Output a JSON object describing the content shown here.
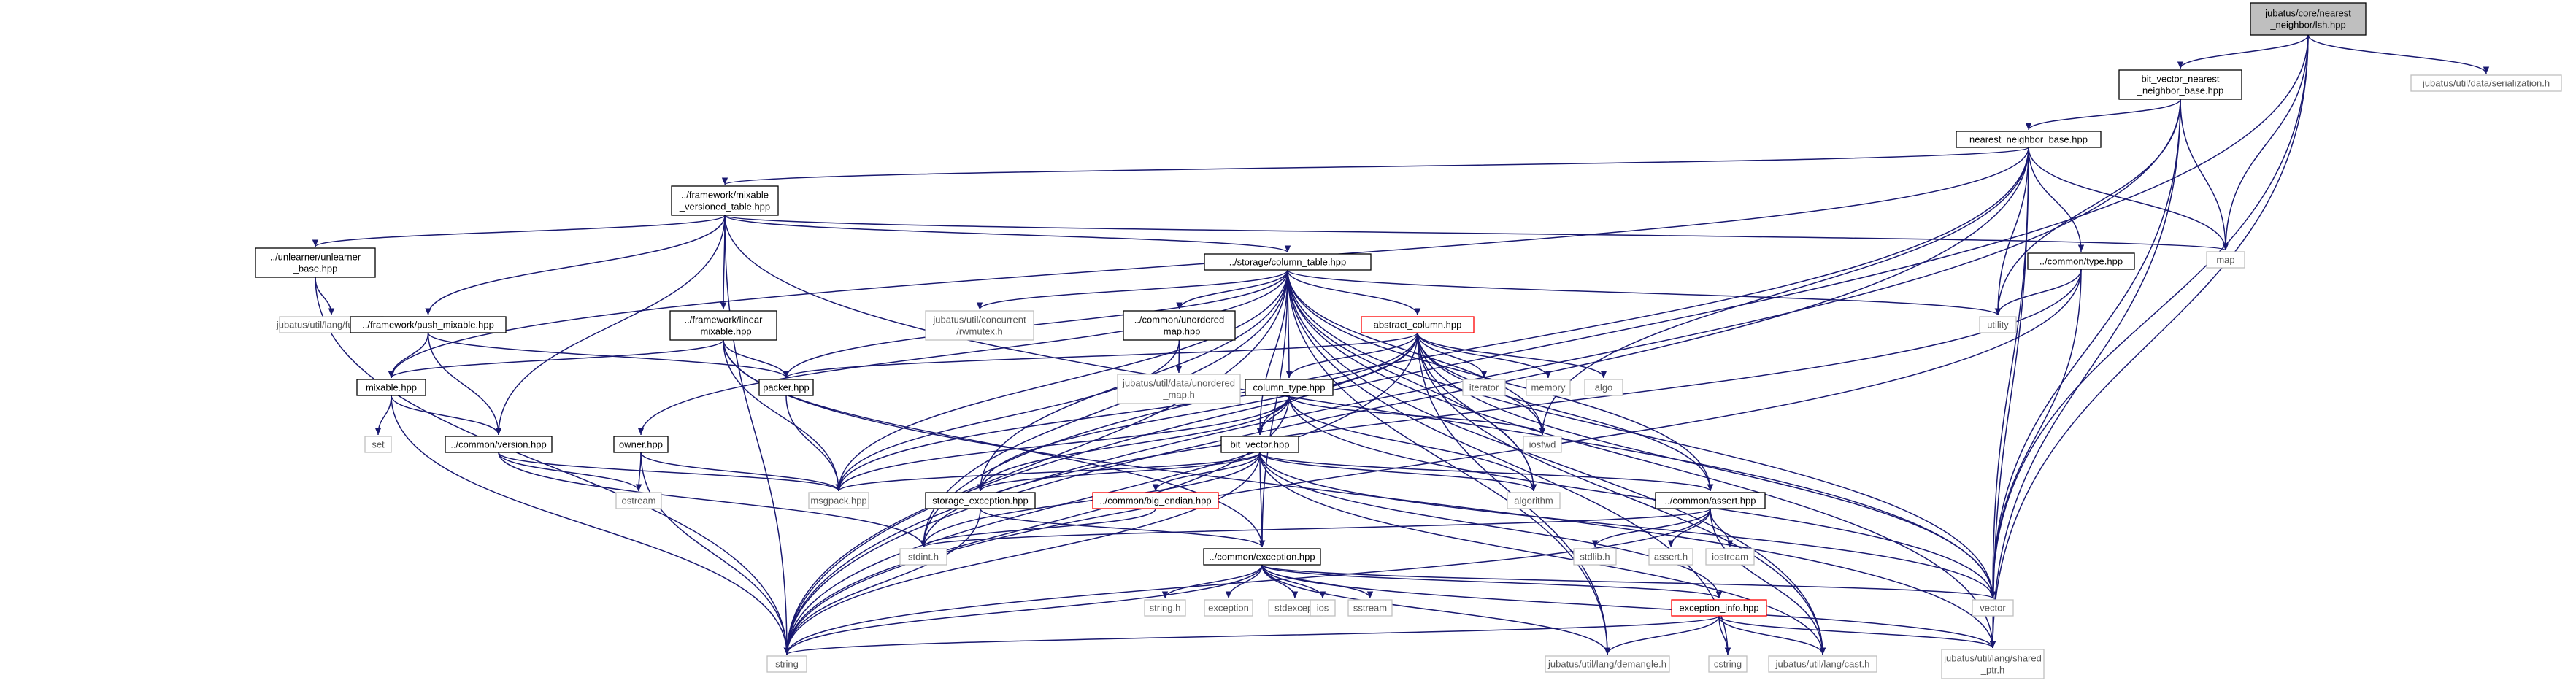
{
  "diagram": {
    "nodes": [
      {
        "id": "lsh",
        "lines": [
          "jubatus/core/nearest",
          "_neighbor/lsh.hpp"
        ],
        "style": "root"
      },
      {
        "id": "bvnnb",
        "lines": [
          "bit_vector_nearest",
          "_neighbor_base.hpp"
        ],
        "style": "normal"
      },
      {
        "id": "serial",
        "lines": [
          "jubatus/util/data/serialization.h"
        ],
        "style": "gray"
      },
      {
        "id": "nnb",
        "lines": [
          "nearest_neighbor_base.hpp"
        ],
        "style": "normal"
      },
      {
        "id": "mvt",
        "lines": [
          "../framework/mixable",
          "_versioned_table.hpp"
        ],
        "style": "normal"
      },
      {
        "id": "map",
        "lines": [
          "map"
        ],
        "style": "gray"
      },
      {
        "id": "unlearner",
        "lines": [
          "../unlearner/unlearner",
          "_base.hpp"
        ],
        "style": "normal"
      },
      {
        "id": "coltable",
        "lines": [
          "../storage/column_table.hpp"
        ],
        "style": "normal"
      },
      {
        "id": "ctype",
        "lines": [
          "../common/type.hpp"
        ],
        "style": "normal"
      },
      {
        "id": "function",
        "lines": [
          "jubatus/util/lang/function.h"
        ],
        "style": "gray"
      },
      {
        "id": "pushmix",
        "lines": [
          "../framework/push_mixable.hpp"
        ],
        "style": "normal"
      },
      {
        "id": "linmix",
        "lines": [
          "../framework/linear",
          "_mixable.hpp"
        ],
        "style": "normal"
      },
      {
        "id": "rwmutex",
        "lines": [
          "jubatus/util/concurrent",
          "/rwmutex.h"
        ],
        "style": "gray"
      },
      {
        "id": "unordmap",
        "lines": [
          "../common/unordered",
          "_map.hpp"
        ],
        "style": "normal"
      },
      {
        "id": "abscol",
        "lines": [
          "abstract_column.hpp"
        ],
        "style": "red"
      },
      {
        "id": "utility",
        "lines": [
          "utility"
        ],
        "style": "gray"
      },
      {
        "id": "mixable",
        "lines": [
          "mixable.hpp"
        ],
        "style": "normal"
      },
      {
        "id": "packer",
        "lines": [
          "packer.hpp"
        ],
        "style": "normal"
      },
      {
        "id": "udumap",
        "lines": [
          "jubatus/util/data/unordered",
          "_map.h"
        ],
        "style": "gray"
      },
      {
        "id": "iterator",
        "lines": [
          "iterator"
        ],
        "style": "gray"
      },
      {
        "id": "memory",
        "lines": [
          "memory"
        ],
        "style": "gray"
      },
      {
        "id": "algo",
        "lines": [
          "algo"
        ],
        "style": "gray"
      },
      {
        "id": "coltype",
        "lines": [
          "column_type.hpp"
        ],
        "style": "normal"
      },
      {
        "id": "iosfwd",
        "lines": [
          "iosfwd"
        ],
        "style": "gray"
      },
      {
        "id": "set",
        "lines": [
          "set"
        ],
        "style": "gray"
      },
      {
        "id": "version",
        "lines": [
          "../common/version.hpp"
        ],
        "style": "normal"
      },
      {
        "id": "owner",
        "lines": [
          "owner.hpp"
        ],
        "style": "normal"
      },
      {
        "id": "bitvector",
        "lines": [
          "bit_vector.hpp"
        ],
        "style": "normal"
      },
      {
        "id": "msgpack",
        "lines": [
          "msgpack.hpp"
        ],
        "style": "gray"
      },
      {
        "id": "ostream",
        "lines": [
          "ostream"
        ],
        "style": "gray"
      },
      {
        "id": "storexc",
        "lines": [
          "storage_exception.hpp"
        ],
        "style": "normal"
      },
      {
        "id": "bigendian",
        "lines": [
          "../common/big_endian.hpp"
        ],
        "style": "red"
      },
      {
        "id": "algorithm",
        "lines": [
          "algorithm"
        ],
        "style": "gray"
      },
      {
        "id": "cassert",
        "lines": [
          "../common/assert.hpp"
        ],
        "style": "normal"
      },
      {
        "id": "stdint",
        "lines": [
          "stdint.h"
        ],
        "style": "gray"
      },
      {
        "id": "stdlib",
        "lines": [
          "stdlib.h"
        ],
        "style": "gray"
      },
      {
        "id": "asserth",
        "lines": [
          "assert.h"
        ],
        "style": "gray"
      },
      {
        "id": "iostream",
        "lines": [
          "iostream"
        ],
        "style": "gray"
      },
      {
        "id": "cexc",
        "lines": [
          "../common/exception.hpp"
        ],
        "style": "normal"
      },
      {
        "id": "stringh",
        "lines": [
          "string.h"
        ],
        "style": "gray"
      },
      {
        "id": "exception",
        "lines": [
          "exception"
        ],
        "style": "gray"
      },
      {
        "id": "stdexcept",
        "lines": [
          "stdexcept"
        ],
        "style": "gray"
      },
      {
        "id": "ios",
        "lines": [
          "ios"
        ],
        "style": "gray"
      },
      {
        "id": "sstream",
        "lines": [
          "sstream"
        ],
        "style": "gray"
      },
      {
        "id": "excinfo",
        "lines": [
          "exception_info.hpp"
        ],
        "style": "red"
      },
      {
        "id": "vector",
        "lines": [
          "vector"
        ],
        "style": "gray"
      },
      {
        "id": "string",
        "lines": [
          "string"
        ],
        "style": "gray"
      },
      {
        "id": "demangle",
        "lines": [
          "jubatus/util/lang/demangle.h"
        ],
        "style": "gray"
      },
      {
        "id": "cstring",
        "lines": [
          "cstring"
        ],
        "style": "gray"
      },
      {
        "id": "cast",
        "lines": [
          "jubatus/util/lang/cast.h"
        ],
        "style": "gray"
      },
      {
        "id": "sharedptr",
        "lines": [
          "jubatus/util/lang/shared",
          "_ptr.h"
        ],
        "style": "gray"
      }
    ],
    "edges": [
      [
        "lsh",
        "bvnnb"
      ],
      [
        "lsh",
        "serial"
      ],
      [
        "lsh",
        "map"
      ],
      [
        "lsh",
        "vector"
      ],
      [
        "lsh",
        "string"
      ],
      [
        "lsh",
        "sharedptr"
      ],
      [
        "bvnnb",
        "nnb"
      ],
      [
        "bvnnb",
        "map"
      ],
      [
        "bvnnb",
        "vector"
      ],
      [
        "bvnnb",
        "string"
      ],
      [
        "bvnnb",
        "utility"
      ],
      [
        "bvnnb",
        "sharedptr"
      ],
      [
        "nnb",
        "mvt"
      ],
      [
        "nnb",
        "ctype"
      ],
      [
        "nnb",
        "utility"
      ],
      [
        "nnb",
        "iosfwd"
      ],
      [
        "nnb",
        "vector"
      ],
      [
        "nnb",
        "string"
      ],
      [
        "nnb",
        "map"
      ],
      [
        "nnb",
        "mixable"
      ],
      [
        "nnb",
        "stdint"
      ],
      [
        "nnb",
        "sharedptr"
      ],
      [
        "mvt",
        "unlearner"
      ],
      [
        "mvt",
        "coltable"
      ],
      [
        "mvt",
        "pushmix"
      ],
      [
        "mvt",
        "linmix"
      ],
      [
        "mvt",
        "version"
      ],
      [
        "mvt",
        "map"
      ],
      [
        "mvt",
        "string"
      ],
      [
        "mvt",
        "vector"
      ],
      [
        "unlearner",
        "function"
      ],
      [
        "unlearner",
        "string"
      ],
      [
        "coltable",
        "rwmutex"
      ],
      [
        "coltable",
        "unordmap"
      ],
      [
        "coltable",
        "abscol"
      ],
      [
        "coltable",
        "utility"
      ],
      [
        "coltable",
        "packer"
      ],
      [
        "coltable",
        "coltype"
      ],
      [
        "coltable",
        "owner"
      ],
      [
        "coltable",
        "bitvector"
      ],
      [
        "coltable",
        "storexc"
      ],
      [
        "coltable",
        "cassert"
      ],
      [
        "coltable",
        "cexc"
      ],
      [
        "coltable",
        "msgpack"
      ],
      [
        "coltable",
        "algorithm"
      ],
      [
        "coltable",
        "vector"
      ],
      [
        "coltable",
        "string"
      ],
      [
        "coltable",
        "stdint"
      ],
      [
        "coltable",
        "sharedptr"
      ],
      [
        "coltable",
        "demangle"
      ],
      [
        "coltable",
        "cstring"
      ],
      [
        "coltable",
        "cast"
      ],
      [
        "coltable",
        "iosfwd"
      ],
      [
        "ctype",
        "utility"
      ],
      [
        "ctype",
        "vector"
      ],
      [
        "ctype",
        "string"
      ],
      [
        "ctype",
        "stdint"
      ],
      [
        "pushmix",
        "mixable"
      ],
      [
        "pushmix",
        "version"
      ],
      [
        "pushmix",
        "packer"
      ],
      [
        "linmix",
        "mixable"
      ],
      [
        "linmix",
        "packer"
      ],
      [
        "linmix",
        "msgpack"
      ],
      [
        "linmix",
        "cexc"
      ],
      [
        "linmix",
        "sharedptr"
      ],
      [
        "unordmap",
        "udumap"
      ],
      [
        "unordmap",
        "msgpack"
      ],
      [
        "abscol",
        "iterator"
      ],
      [
        "abscol",
        "memory"
      ],
      [
        "abscol",
        "algo"
      ],
      [
        "abscol",
        "coltype"
      ],
      [
        "abscol",
        "bitvector"
      ],
      [
        "abscol",
        "packer"
      ],
      [
        "abscol",
        "storexc"
      ],
      [
        "abscol",
        "cassert"
      ],
      [
        "abscol",
        "iosfwd"
      ],
      [
        "abscol",
        "algorithm"
      ],
      [
        "abscol",
        "msgpack"
      ],
      [
        "abscol",
        "vector"
      ],
      [
        "abscol",
        "string"
      ],
      [
        "abscol",
        "cast"
      ],
      [
        "abscol",
        "demangle"
      ],
      [
        "mixable",
        "version"
      ],
      [
        "mixable",
        "set"
      ],
      [
        "mixable",
        "string"
      ],
      [
        "packer",
        "msgpack"
      ],
      [
        "coltype",
        "bitvector"
      ],
      [
        "coltype",
        "storexc"
      ],
      [
        "coltype",
        "iosfwd"
      ],
      [
        "coltype",
        "algorithm"
      ],
      [
        "coltype",
        "string"
      ],
      [
        "coltype",
        "msgpack"
      ],
      [
        "coltype",
        "vector"
      ],
      [
        "version",
        "msgpack"
      ],
      [
        "version",
        "ostream"
      ],
      [
        "version",
        "stdint"
      ],
      [
        "owner",
        "msgpack"
      ],
      [
        "owner",
        "ostream"
      ],
      [
        "owner",
        "string"
      ],
      [
        "bitvector",
        "msgpack"
      ],
      [
        "bitvector",
        "storexc"
      ],
      [
        "bitvector",
        "bigendian"
      ],
      [
        "bitvector",
        "cassert"
      ],
      [
        "bitvector",
        "cexc"
      ],
      [
        "bitvector",
        "algorithm"
      ],
      [
        "bitvector",
        "stdint"
      ],
      [
        "bitvector",
        "string"
      ],
      [
        "bitvector",
        "vector"
      ],
      [
        "bitvector",
        "excinfo"
      ],
      [
        "bitvector",
        "cast"
      ],
      [
        "storexc",
        "cexc"
      ],
      [
        "storexc",
        "string"
      ],
      [
        "bigendian",
        "stdint"
      ],
      [
        "cassert",
        "stdlib"
      ],
      [
        "cassert",
        "asserth"
      ],
      [
        "cassert",
        "iostream"
      ],
      [
        "cassert",
        "string"
      ],
      [
        "cassert",
        "cast"
      ],
      [
        "cassert",
        "stdint"
      ],
      [
        "cexc",
        "stringh"
      ],
      [
        "cexc",
        "exception"
      ],
      [
        "cexc",
        "stdexcept"
      ],
      [
        "cexc",
        "ios"
      ],
      [
        "cexc",
        "sstream"
      ],
      [
        "cexc",
        "excinfo"
      ],
      [
        "cexc",
        "vector"
      ],
      [
        "cexc",
        "string"
      ],
      [
        "cexc",
        "demangle"
      ],
      [
        "cexc",
        "sharedptr"
      ],
      [
        "excinfo",
        "string"
      ],
      [
        "excinfo",
        "demangle"
      ],
      [
        "excinfo",
        "cstring"
      ],
      [
        "excinfo",
        "cast"
      ],
      [
        "excinfo",
        "sharedptr"
      ]
    ]
  },
  "colors": {
    "edge": "#191970",
    "root_fill": "#bfbfbf",
    "normal_border": "#000000",
    "gray_border": "#bfbfbf",
    "red_border": "#ff0000",
    "node_fill": "#ffffff"
  }
}
